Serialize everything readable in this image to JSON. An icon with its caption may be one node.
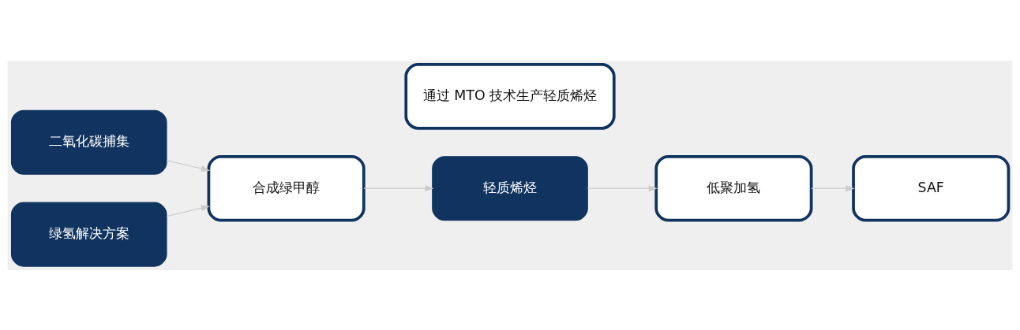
{
  "diagram": {
    "nodes": [
      {
        "text": [
          "二氧化碳捕集"
        ]
      },
      {
        "text": [
          "绿氢解决方案"
        ]
      },
      {
        "text": [
          "合成绿甲醇"
        ]
      },
      {
        "text": [
          "轻质烯烃"
        ]
      },
      {
        "text": [
          "低聚加氢"
        ]
      },
      {
        "text": [
          "SAF"
        ]
      },
      {
        "text": [
          "通过 MTO 技术生产轻质烯烃"
        ]
      }
    ],
    "edges": [
      {
        "from": 0,
        "to": 2,
        "arrow": "to"
      },
      {
        "from": 1,
        "to": 2,
        "arrow": "to"
      },
      {
        "from": 2,
        "to": 3,
        "arrow": "to"
      },
      {
        "from": 3,
        "to": 4,
        "arrow": "to"
      },
      {
        "from": 4,
        "to": 5,
        "arrow": "to"
      }
    ]
  }
}
